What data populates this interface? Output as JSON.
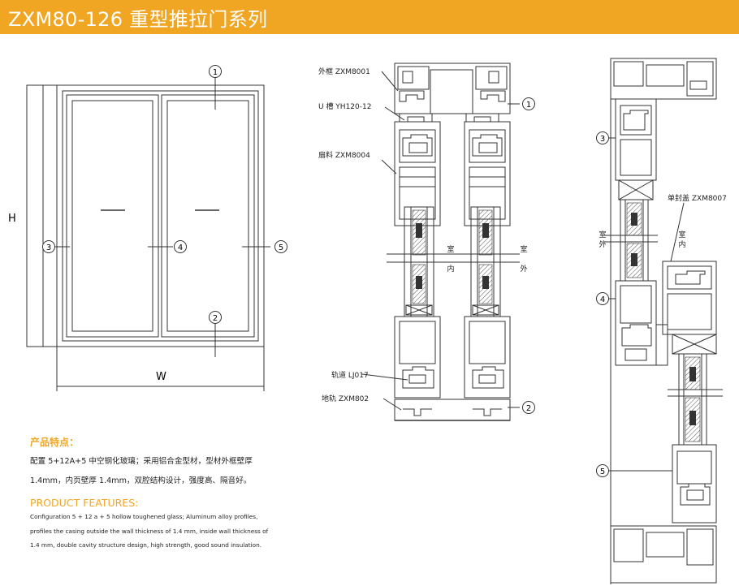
{
  "header": {
    "title": "ZXM80-126 重型推拉门系列",
    "color": "#f0a623"
  },
  "elevation": {
    "width_label": "W",
    "height_label": "H",
    "callouts": [
      "1",
      "2",
      "3",
      "4",
      "5"
    ]
  },
  "section": {
    "labels": {
      "outer_frame": "外框 ZXM8001",
      "u_channel": "U 槽 YH120-12",
      "sash": "扇料 ZXM8004",
      "track": "轨道 LJ017",
      "ground_rail": "地轨 ZXM802"
    },
    "side_left": "室内",
    "side_right": "室外",
    "callouts": [
      "1",
      "2"
    ]
  },
  "right_section": {
    "label_cover": "单封盖 ZXM8007",
    "side_outer": "室外",
    "side_inner": "室内",
    "callouts": [
      "3",
      "4",
      "5"
    ]
  },
  "features": {
    "heading_cn": "产品特点：",
    "cn_lines": [
      "配置 5+12A+5 中空钢化玻璃；采用铝合金型材，型材外框壁厚",
      "1.4mm，内页壁厚 1.4mm，双腔结构设计，强度高、隔音好。"
    ],
    "heading_en": "PRODUCT FEATURES:",
    "en_lines": [
      "Configuration 5 + 12 a + 5 hollow toughened glass; Aluminum alloy profiles,",
      "profiles the casing outside the wall thickness of 1.4 mm, inside wall thickness of",
      "1.4 mm, double cavity structure design, high strength, good sound insulation."
    ]
  }
}
